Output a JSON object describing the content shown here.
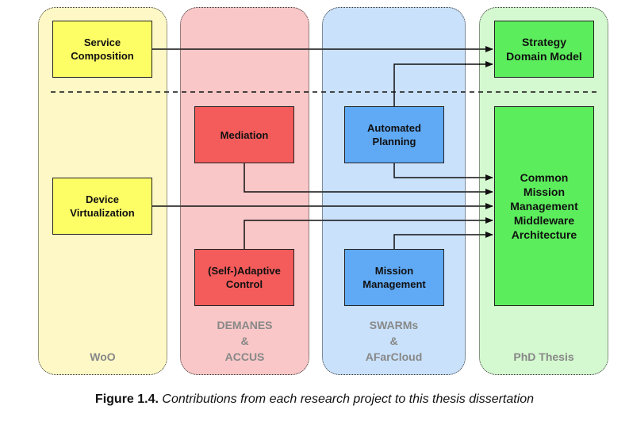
{
  "lanes": {
    "woo": "WoO",
    "demanes": "DEMANES\n&\nACCUS",
    "swarms": "SWARMs\n&\nAFarCloud",
    "phd": "PhD Thesis"
  },
  "boxes": {
    "service_composition": "Service\nComposition",
    "device_virtualization": "Device\nVirtualization",
    "mediation": "Mediation",
    "self_adaptive_control": "(Self-)Adaptive\nControl",
    "automated_planning": "Automated\nPlanning",
    "mission_management": "Mission\nManagement",
    "strategy_domain_model": "Strategy\nDomain Model",
    "cmmma": "Common\nMission\nManagement\nMiddleware\nArchitecture"
  },
  "colors": {
    "woo_lane": "#fdf8c6",
    "demanes_lane": "#f9c7c7",
    "swarms_lane": "#c9e1fb",
    "phd_lane": "#d4f8cf",
    "yellow_box": "#fdfd66",
    "red_box": "#f45b5b",
    "blue_box": "#5fa9f5",
    "green_box": "#5ced5c"
  },
  "caption": {
    "number": "Figure 1.4.",
    "text": "Contributions from each research project to this thesis dissertation"
  }
}
